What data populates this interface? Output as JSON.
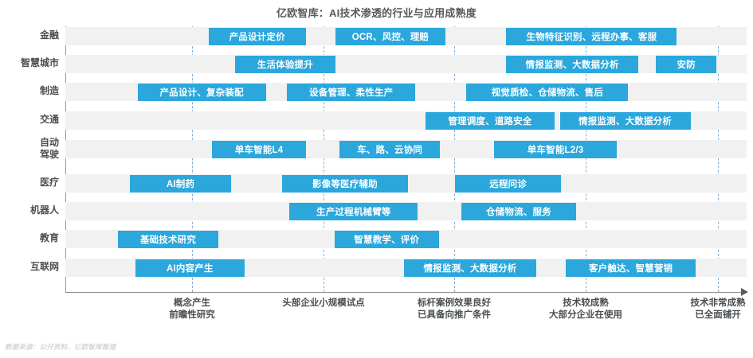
{
  "title": "亿欧智库：AI技术渗透的行业与应用成熟度",
  "source_note": "数据来源：公开资料、亿欧智库整理",
  "colors": {
    "bar": "#2ba7dc",
    "row_band": "#f1f1f1",
    "gridline": "#6e9fd0",
    "axis": "#8e8e8e",
    "text": "#4b4f52",
    "title": "#555a5e",
    "note": "#d2d7dc"
  },
  "chart_data": {
    "type": "bar",
    "title": "亿欧智库：AI技术渗透的行业与应用成熟度",
    "xlabel": "",
    "ylabel": "",
    "orientation": "horizontal",
    "grid": true,
    "legend": "none",
    "xlim": [
      0,
      5
    ],
    "stage_axis": {
      "ticks": [
        1,
        2,
        3,
        4,
        5
      ],
      "labels": [
        "概念产生\n前瞻性研究",
        "头部企业小规模试点",
        "标杆案例效果良好\n已具备向推广条件",
        "技术较成熟\n大部分企业在使用",
        "技术非常成熟\n已全面铺开"
      ]
    },
    "categories": [
      "金融",
      "智慧城市",
      "制造",
      "交通",
      "自动\n驾驶",
      "医疗",
      "机器人",
      "教育",
      "互联网"
    ],
    "rows": [
      {
        "category": "金融",
        "bars": [
          {
            "label": "产品设计定价",
            "start": 1.15,
            "end": 1.93
          },
          {
            "label": "OCR、风控、理赔",
            "start": 2.17,
            "end": 3.05
          },
          {
            "label": "生物特征识别、远程办事、客服",
            "start": 3.54,
            "end": 4.91
          }
        ]
      },
      {
        "category": "智慧城市",
        "bars": [
          {
            "label": "生活体验提升",
            "start": 1.36,
            "end": 2.17
          },
          {
            "label": "情报监测、大数据分析",
            "start": 3.54,
            "end": 4.6
          },
          {
            "label": "安防",
            "start": 4.74,
            "end": 5.23
          }
        ]
      },
      {
        "category": "制造",
        "bars": [
          {
            "label": "产品设计、复杂装配",
            "start": 0.58,
            "end": 1.61
          },
          {
            "label": "设备管理、柔性生产",
            "start": 1.78,
            "end": 2.81
          },
          {
            "label": "视觉质检、仓储物流、售后",
            "start": 3.22,
            "end": 4.52
          }
        ]
      },
      {
        "category": "交通",
        "bars": [
          {
            "label": "管理调度、道路安全",
            "start": 2.89,
            "end": 3.93
          },
          {
            "label": "情报监测、大数据分析",
            "start": 3.97,
            "end": 5.02
          }
        ]
      },
      {
        "category": "自动\n驾驶",
        "bars": [
          {
            "label": "单车智能L4",
            "start": 1.18,
            "end": 1.93
          },
          {
            "label": "车、路、云协同",
            "start": 2.2,
            "end": 3.01
          },
          {
            "label": "单车智能L2/3",
            "start": 3.44,
            "end": 4.43
          }
        ]
      },
      {
        "category": "医疗",
        "bars": [
          {
            "label": "AI制药",
            "start": 0.52,
            "end": 1.33
          },
          {
            "label": "影像等医疗辅助",
            "start": 1.74,
            "end": 2.75
          },
          {
            "label": "远程问诊",
            "start": 3.13,
            "end": 3.98
          }
        ]
      },
      {
        "category": "机器人",
        "bars": [
          {
            "label": "生产过程机械臂等",
            "start": 1.8,
            "end": 2.83
          },
          {
            "label": "仓储物流、服务",
            "start": 3.18,
            "end": 4.1
          }
        ]
      },
      {
        "category": "教育",
        "bars": [
          {
            "label": "基础技术研究",
            "start": 0.42,
            "end": 1.23
          },
          {
            "label": "智慧教学、评价",
            "start": 2.16,
            "end": 3.0
          }
        ]
      },
      {
        "category": "互联网",
        "bars": [
          {
            "label": "AI内容产生",
            "start": 0.56,
            "end": 1.44
          },
          {
            "label": "情报监测、大数据分析",
            "start": 2.72,
            "end": 3.78
          },
          {
            "label": "客户触达、智慧营销",
            "start": 4.02,
            "end": 5.06
          }
        ]
      }
    ]
  }
}
